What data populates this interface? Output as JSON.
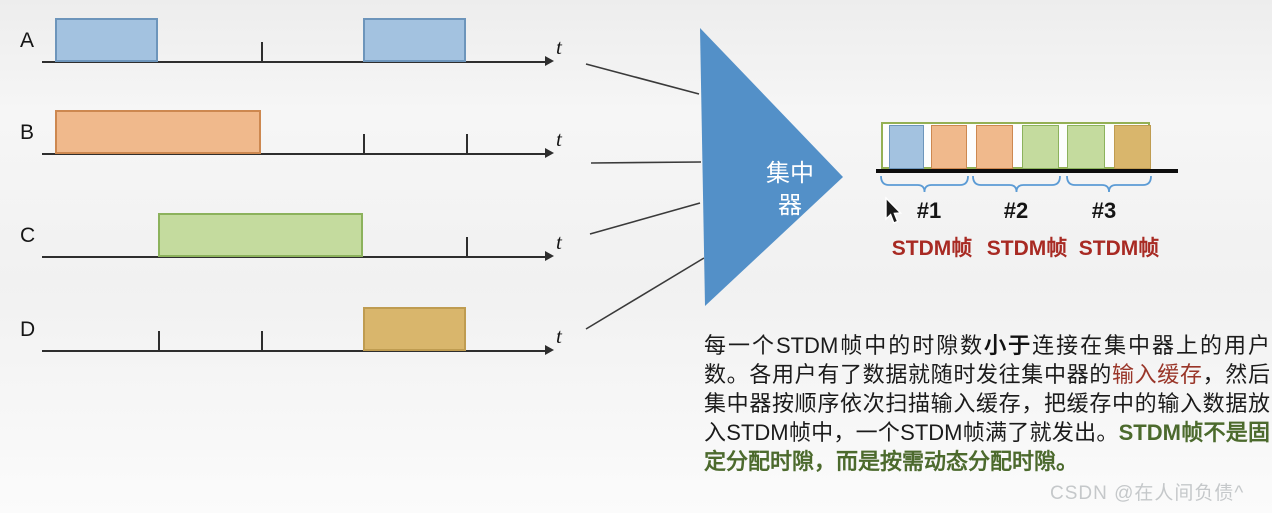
{
  "palette": {
    "blocks": {
      "blue": {
        "fill": "#a3c2e0",
        "stroke": "#6d95bb"
      },
      "orange": {
        "fill": "#f0b98c",
        "stroke": "#cd8850"
      },
      "green": {
        "fill": "#c4db9e",
        "stroke": "#8cb25c"
      },
      "tan": {
        "fill": "#d9b66c",
        "stroke": "#bf9c51"
      }
    },
    "frame_border": "#94b054",
    "frame_baseline": "#0d0d0d",
    "brace": "#5b9bd5",
    "triangle": "#5390c8",
    "caption_red": "#a82a23",
    "text": {
      "normal": {
        "color": "#1b1b1b",
        "bold": false
      },
      "bold": {
        "color": "#111111",
        "bold": true
      },
      "red": {
        "color": "#993528",
        "bold": false
      },
      "green": {
        "color": "#4c6a2d",
        "bold": true
      }
    },
    "watermark_color": "#c5c8ca"
  },
  "timelines": {
    "rows": [
      {
        "label": "A",
        "axis_label": "t",
        "color": "blue",
        "blocks": [
          [
            0,
            1
          ],
          [
            3,
            4
          ]
        ],
        "ticks": [
          2
        ]
      },
      {
        "label": "B",
        "axis_label": "t",
        "color": "orange",
        "blocks": [
          [
            0,
            2
          ]
        ],
        "ticks": [
          3,
          4
        ]
      },
      {
        "label": "C",
        "axis_label": "t",
        "color": "green",
        "blocks": [
          [
            1,
            3
          ]
        ],
        "ticks": [
          1,
          4
        ]
      },
      {
        "label": "D",
        "axis_label": "t",
        "color": "tan",
        "blocks": [
          [
            3,
            4
          ]
        ],
        "ticks": [
          1,
          2
        ]
      }
    ]
  },
  "concentrator": {
    "label": "集中器"
  },
  "frame": {
    "slots": [
      "blue",
      "orange",
      "orange",
      "green",
      "green",
      "tan"
    ],
    "groups": [
      {
        "id": "#1",
        "caption": "STDM帧"
      },
      {
        "id": "#2",
        "caption": "STDM帧"
      },
      {
        "id": "#3",
        "caption": "STDM帧"
      }
    ]
  },
  "paragraph": {
    "segments": [
      {
        "text": "每一个STDM帧中的时隙数",
        "style": "normal"
      },
      {
        "text": "小于",
        "style": "bold"
      },
      {
        "text": "连接在集中器上的用户数。各用户有了数据就随时发往集中器的",
        "style": "normal"
      },
      {
        "text": "输入缓存",
        "style": "red"
      },
      {
        "text": "，然后集中器按顺序依次扫描输入缓存，把缓存中的输入数据放入STDM帧中，一个STDM帧满了就发出。",
        "style": "normal"
      },
      {
        "text": "STDM帧不是固定分配时隙，而是按需动态分配时隙。",
        "style": "green"
      }
    ]
  },
  "watermark": "CSDN @在人间负债^"
}
